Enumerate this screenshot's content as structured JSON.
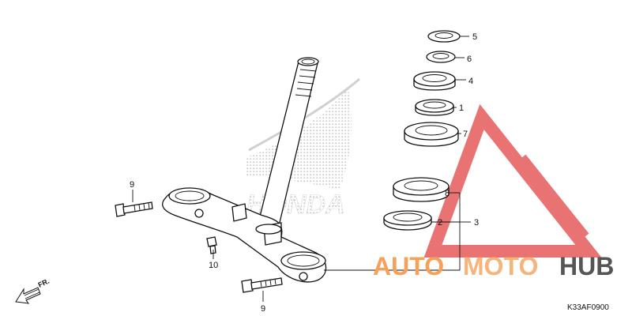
{
  "diagram": {
    "part_labels": [
      "5",
      "6",
      "4",
      "1",
      "7",
      "8",
      "2",
      "3",
      "9",
      "10",
      "9"
    ],
    "direction_label": "FR.",
    "diagram_code": "K33AF0900",
    "watermark": {
      "brand_text": "HONDA",
      "logo_part1": "AUTO",
      "logo_part2": "MOTO",
      "logo_part3": "HUB",
      "colors": {
        "orange": "#f5a15a",
        "red": "#e04848",
        "gray": "#555555",
        "dots": "#bbbbbb"
      }
    }
  }
}
